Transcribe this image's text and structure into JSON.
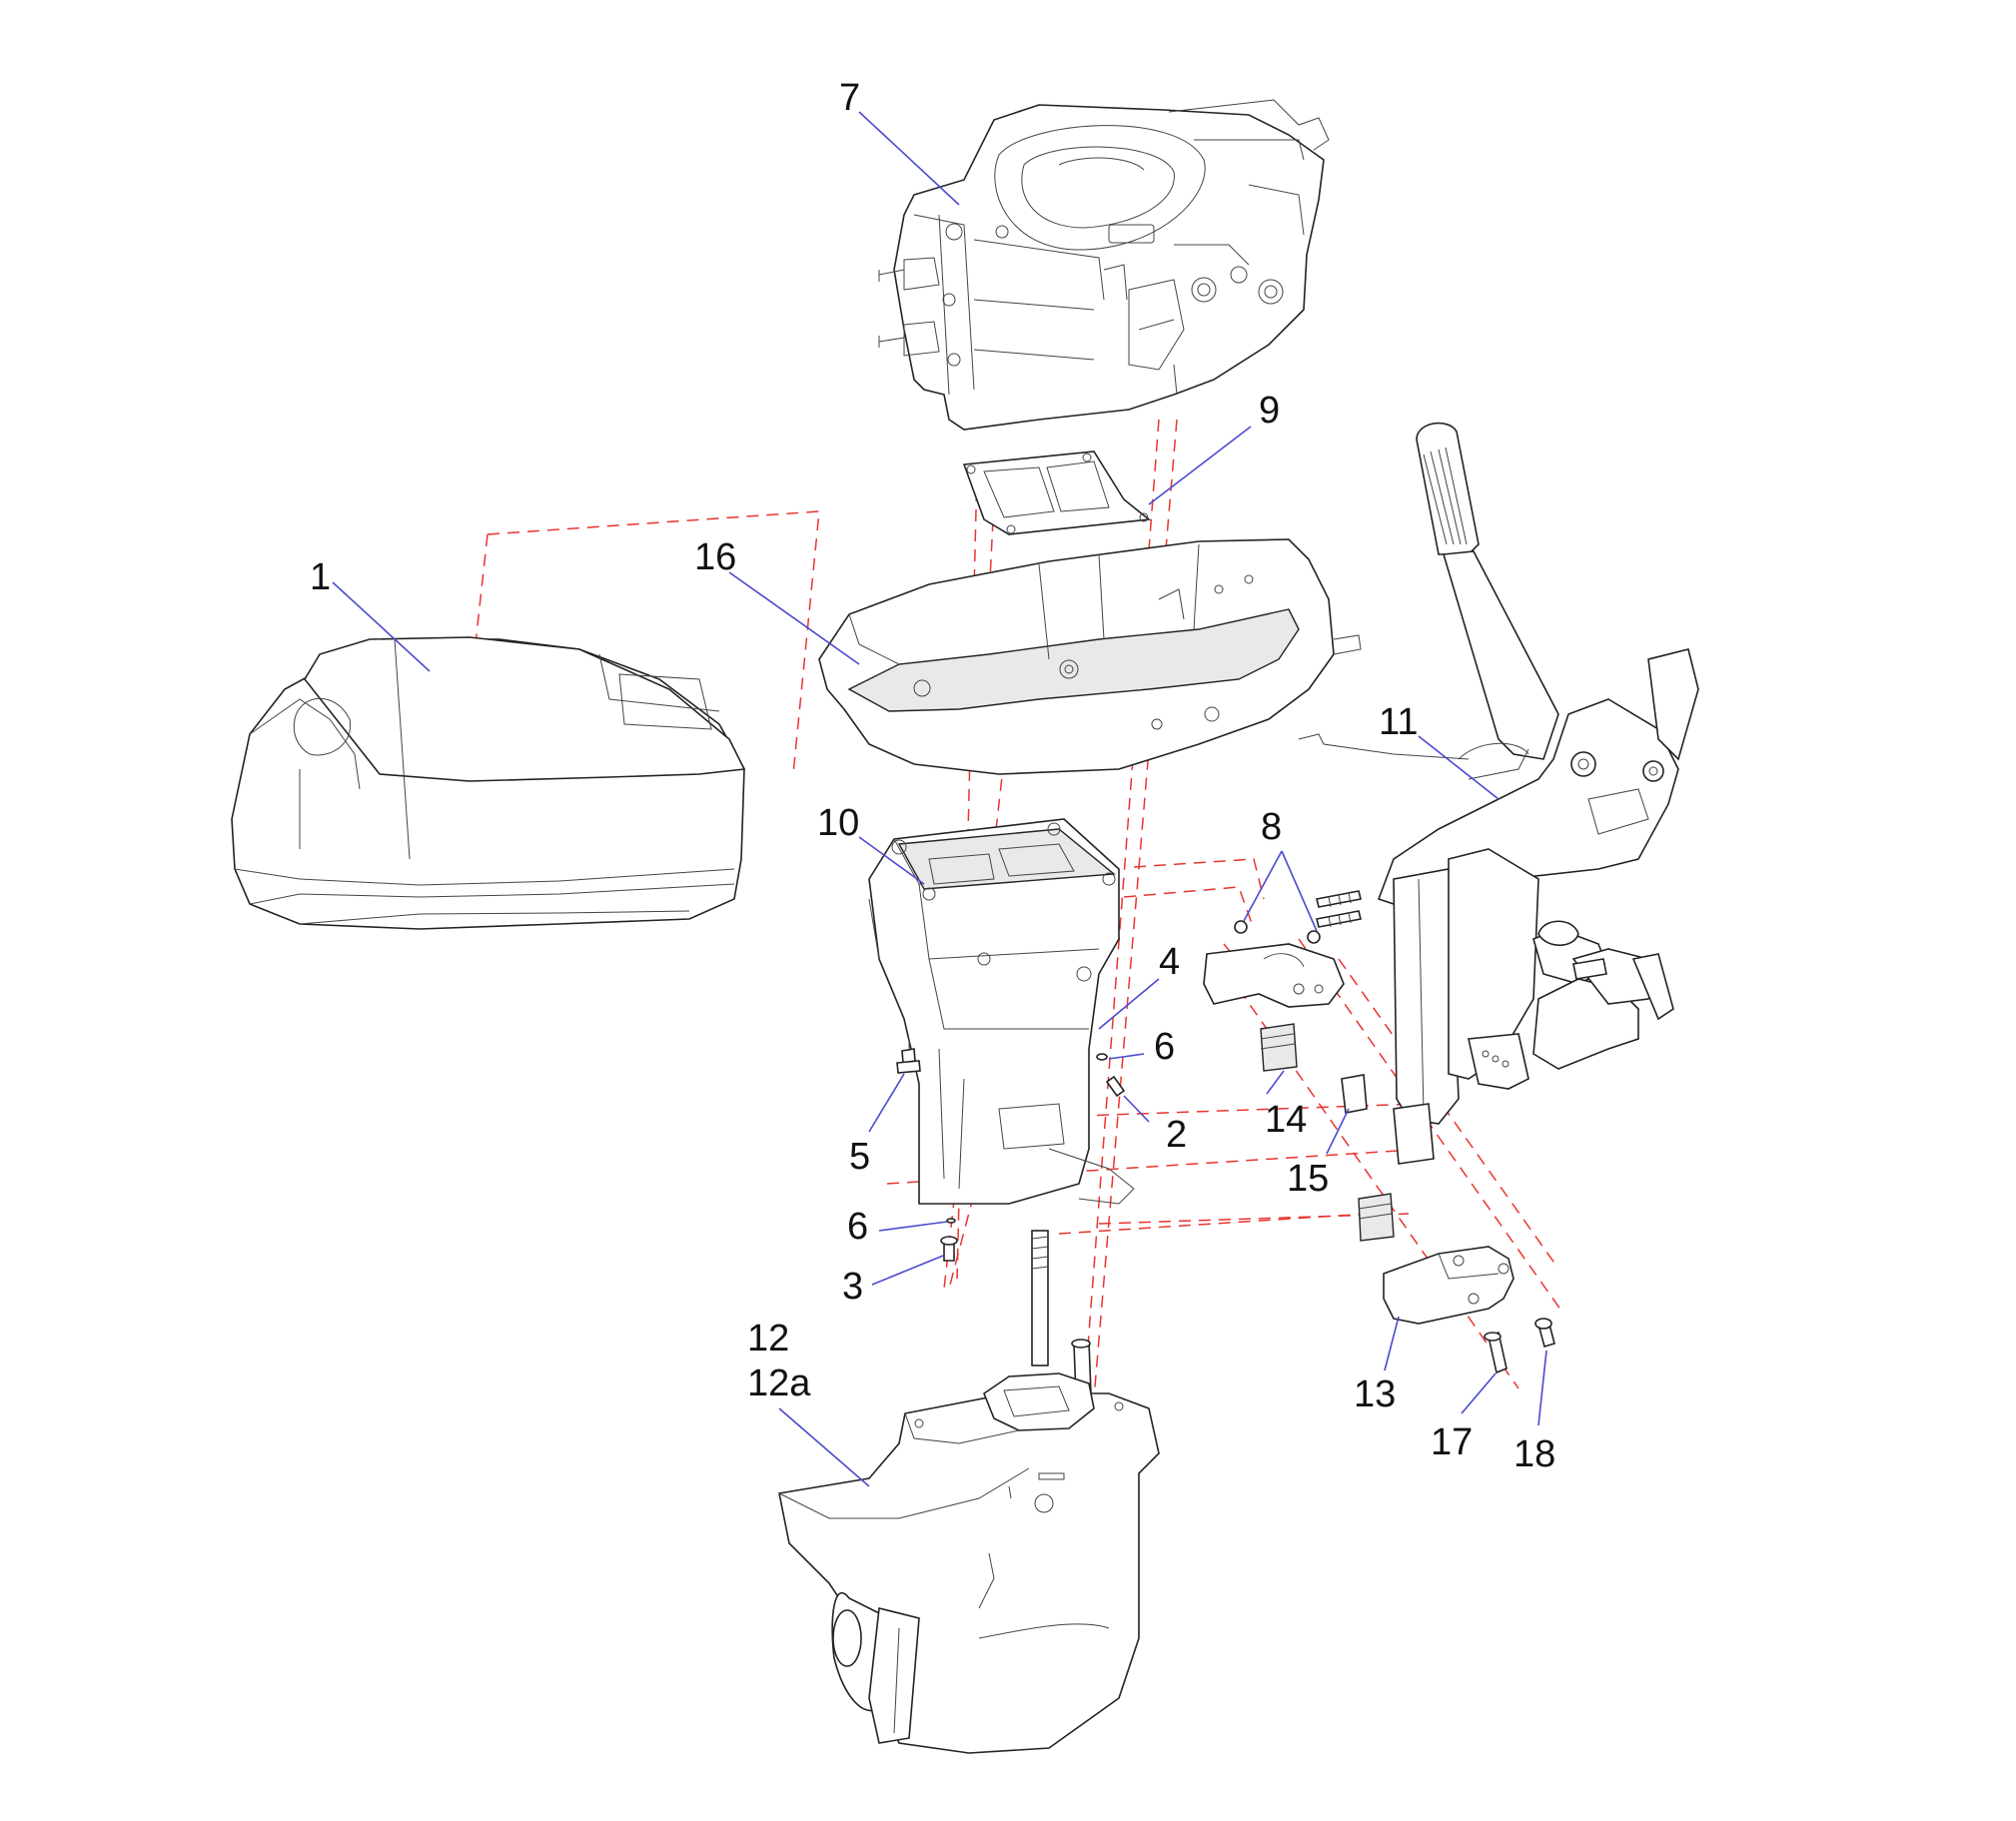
{
  "callouts": {
    "c1": "1",
    "c2": "2",
    "c3": "3",
    "c4": "4",
    "c5": "5",
    "c6a": "6",
    "c6b": "6",
    "c7": "7",
    "c8": "8",
    "c9": "9",
    "c10": "10",
    "c11": "11",
    "c12": "12",
    "c12a": "12a",
    "c13": "13",
    "c14": "14",
    "c15": "15",
    "c16": "16",
    "c17": "17",
    "c18": "18"
  },
  "colors": {
    "leader_line": "#4a4ad0",
    "assembly_line": "#e8342f",
    "part_outline": "#222222"
  }
}
